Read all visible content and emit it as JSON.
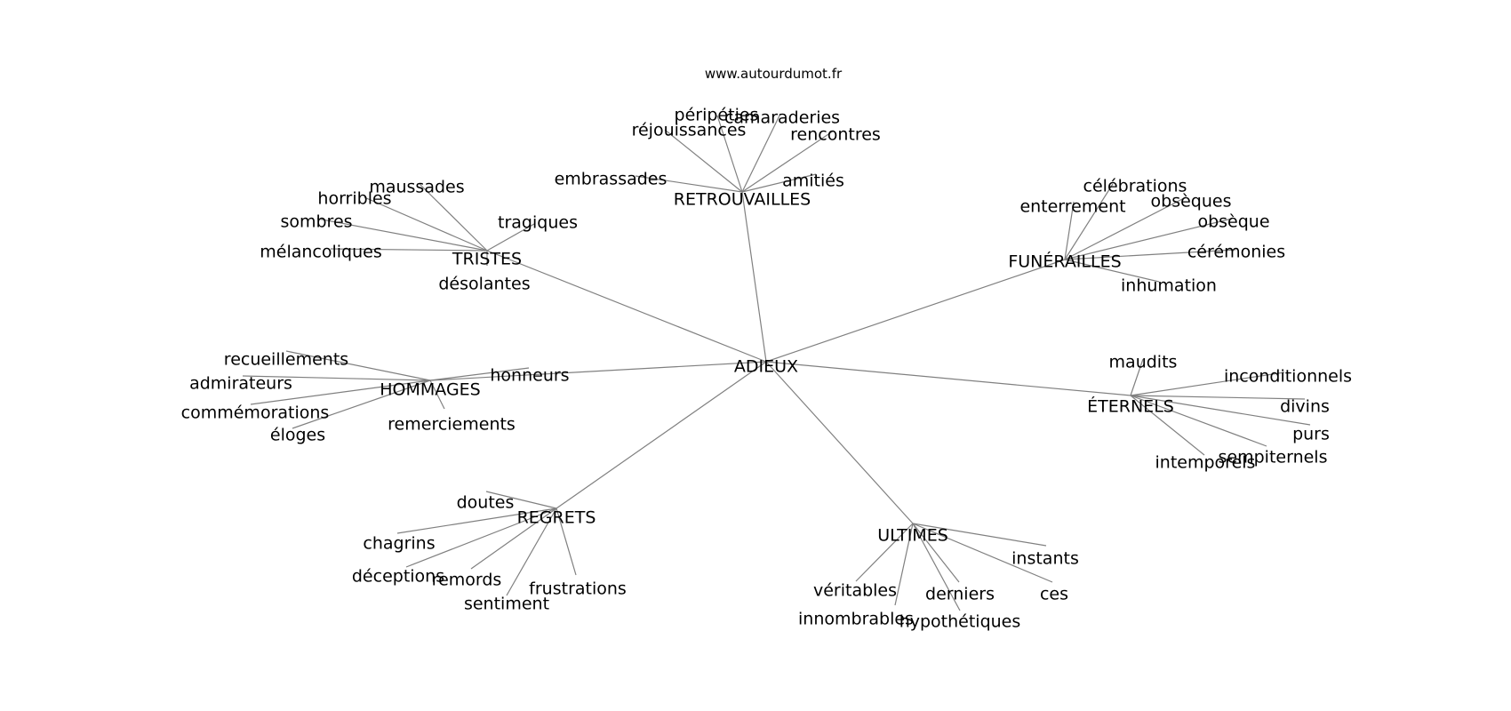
{
  "source": "www.autourdumot.fr",
  "colors": {
    "edge": "#808080",
    "text": "#000000",
    "background": "#ffffff"
  },
  "center": {
    "label": "ADIEUX"
  },
  "clusters": [
    {
      "label": "RETROUVAILLES",
      "leaves": [
        "péripéties",
        "camaraderies",
        "réjouissances",
        "rencontres",
        "embrassades",
        "amitiés"
      ]
    },
    {
      "label": "TRISTES",
      "leaves": [
        "maussades",
        "horribles",
        "sombres",
        "tragiques",
        "mélancoliques",
        "désolantes"
      ]
    },
    {
      "label": "FUNÉRAILLES",
      "leaves": [
        "célébrations",
        "enterrement",
        "obsèques",
        "obsèque",
        "cérémonies",
        "inhumation"
      ]
    },
    {
      "label": "HOMMAGES",
      "leaves": [
        "recueillements",
        "admirateurs",
        "commémorations",
        "éloges",
        "remerciements",
        "honneurs"
      ]
    },
    {
      "label": "ÉTERNELS",
      "leaves": [
        "maudits",
        "inconditionnels",
        "divins",
        "purs",
        "sempiternels",
        "intemporels"
      ]
    },
    {
      "label": "REGRETS",
      "leaves": [
        "doutes",
        "chagrins",
        "déceptions",
        "remords",
        "sentiment",
        "frustrations"
      ]
    },
    {
      "label": "ULTIMES",
      "leaves": [
        "instants",
        "véritables",
        "derniers",
        "ces",
        "innombrables",
        "hypothétiques"
      ]
    }
  ]
}
